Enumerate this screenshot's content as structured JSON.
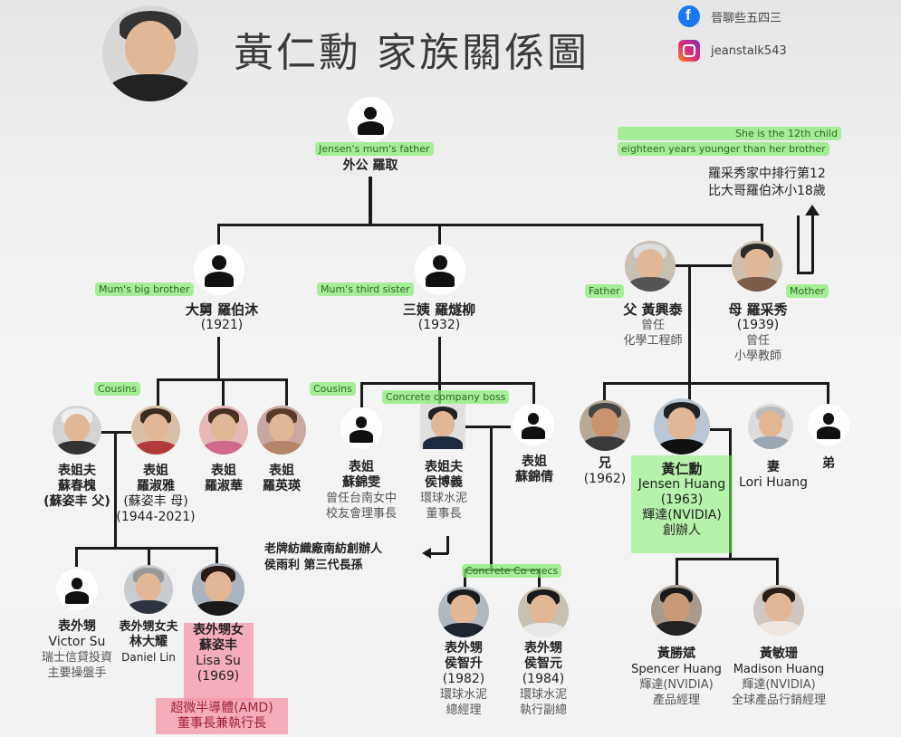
{
  "title": "黃仁勳 家族關係圖",
  "social": {
    "facebook": "晉聊些五四三",
    "instagram": "jeanstalk543"
  },
  "annotations": {
    "mother_note_en_1": "She is the 12th child",
    "mother_note_en_2": "eighteen years younger than her brother",
    "mother_note_zh_1": "羅采秀家中排行第12",
    "mother_note_zh_2": "比大哥羅伯沐小18歲",
    "mums_father": "Jensen's mum's father",
    "mums_big_brother": "Mum's big brother",
    "mums_third_sister": "Mum's third sister",
    "father": "Father",
    "mother": "Mother",
    "cousins_1": "Cousins",
    "cousins_2": "Cousins",
    "concrete_boss": "Concrete company boss",
    "concrete_execs": "Concrete Co execs",
    "hou_note_1": "老牌紡織廠南紡創辦人",
    "hou_note_2": "侯雨利 第三代長孫"
  },
  "people": {
    "grandpa": {
      "name": "外公 羅取"
    },
    "uncle": {
      "name": "大舅 羅伯沐",
      "year": "(1921)"
    },
    "aunt": {
      "name": "三姨 羅燧柳",
      "year": "(1932)"
    },
    "father": {
      "name": "父 黃興泰",
      "note1": "曾任",
      "note2": "化學工程師"
    },
    "mother": {
      "name": "母 羅采秀",
      "year": "(1939)",
      "note1": "曾任",
      "note2": "小學教師"
    },
    "su_father": {
      "line1": "表姐夫",
      "line2": "蘇春槐",
      "line3": "(蘇姿丰 父)"
    },
    "su_mother": {
      "line1": "表姐",
      "line2": "羅淑雅",
      "line3": "(蘇姿丰 母)",
      "line4": "(1944-2021)"
    },
    "cousin_sh": {
      "line1": "表姐",
      "line2": "羅淑華"
    },
    "cousin_yy": {
      "line1": "表姐",
      "line2": "羅英瑛"
    },
    "su_jw": {
      "line1": "表姐",
      "line2": "蘇錦雯",
      "line3": "曾任台南女中",
      "line4": "校友會理事長"
    },
    "hou_by": {
      "line1": "表姐夫",
      "line2": "侯博義",
      "line3": "環球水泥",
      "line4": "董事長"
    },
    "su_jq": {
      "line1": "表姐",
      "line2": "蘇錦倩"
    },
    "brother": {
      "line1": "兄",
      "line2": "(1962)"
    },
    "jensen": {
      "line1": "黃仁勳",
      "line2": "Jensen Huang",
      "line3": "(1963)",
      "line4": "輝達(NVIDIA)",
      "line5": "創辦人"
    },
    "lori": {
      "line1": "妻",
      "line2": "Lori Huang"
    },
    "younger_bro": {
      "line1": "弟"
    },
    "victor": {
      "line1": "表外甥",
      "line2": "Victor Su",
      "line3": "瑞士信貸投資",
      "line4": "主要操盤手"
    },
    "daniel": {
      "line1": "表外甥女夫",
      "line2": "林大耀",
      "line3": "Daniel Lin"
    },
    "lisa": {
      "line1": "表外甥女",
      "line2": "蘇姿丰",
      "line3": "Lisa Su",
      "line4": "(1969)",
      "line5": "超微半導體(AMD)",
      "line6": "董事長兼執行長"
    },
    "hou_zs": {
      "line1": "表外甥",
      "line2": "侯智升",
      "line3": "(1982)",
      "line4": "環球水泥",
      "line5": "總經理"
    },
    "hou_zy": {
      "line1": "表外甥",
      "line2": "侯智元",
      "line3": "(1984)",
      "line4": "環球水泥",
      "line5": "執行副總"
    },
    "spencer": {
      "line1": "黃勝斌",
      "line2": "Spencer Huang",
      "line3": "輝達(NVIDIA)",
      "line4": "產品經理"
    },
    "madison": {
      "line1": "黃敏珊",
      "line2": "Madison Huang",
      "line3": "輝達(NVIDIA)",
      "line4": "全球產品行銷經理"
    }
  }
}
